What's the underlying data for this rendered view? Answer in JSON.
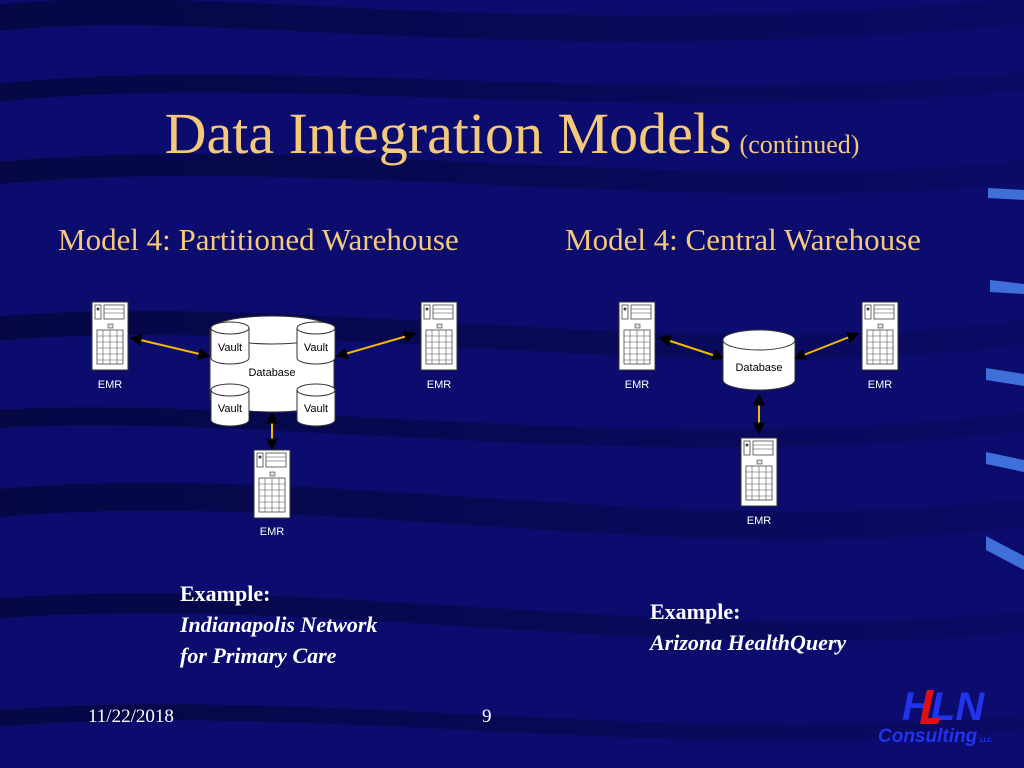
{
  "slide": {
    "title": "Data Integration Models",
    "title_suffix": "(continued)",
    "left_heading": "Model 4: Partitioned Warehouse",
    "right_heading": "Model 4: Central Warehouse",
    "left_diagram": {
      "database_label": "Database",
      "vault_labels": [
        "Vault",
        "Vault",
        "Vault",
        "Vault"
      ],
      "emr_labels": [
        "EMR",
        "EMR",
        "EMR"
      ]
    },
    "right_diagram": {
      "database_label": "Database",
      "emr_labels": [
        "EMR",
        "EMR",
        "EMR"
      ]
    },
    "left_example": {
      "heading": "Example:",
      "name_line1": "Indianapolis Network",
      "name_line2": "for Primary Care"
    },
    "right_example": {
      "heading": "Example:",
      "name_line1": "Arizona HealthQuery"
    },
    "footer_date": "11/22/2018",
    "footer_page": "9",
    "logo": {
      "text_top": "HLN",
      "text_bottom": "Consulting",
      "suffix": "LLC"
    }
  },
  "colors": {
    "background": "#0b0c6e",
    "title": "#f4c97a",
    "text": "#ffffff",
    "arrow": "#f5b800",
    "logo_blue": "#2233ee",
    "logo_red": "#e01010"
  }
}
